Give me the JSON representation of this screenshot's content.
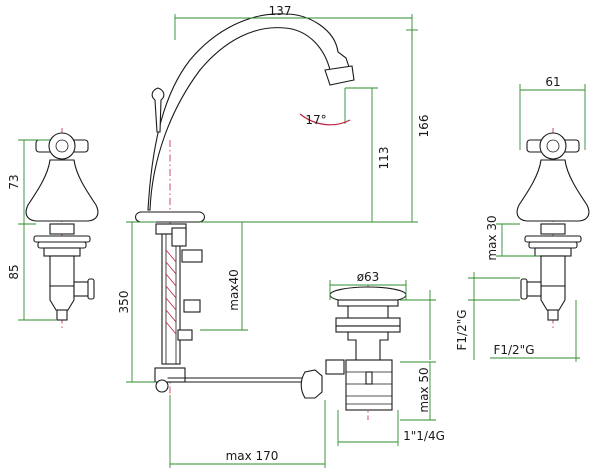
{
  "dimensions": {
    "spout_reach": "137",
    "spout_height": "166",
    "outlet_height": "113",
    "spout_angle": "17°",
    "handle_width": "61",
    "handle_height": "73",
    "handle_body": "85",
    "max_30": "max 30",
    "max_40": "max40",
    "body_length": "350",
    "waste_diameter": "ø63",
    "thread_waste": "F1/2\"G",
    "thread_inlet": "F1/2\"G",
    "max_50": "max 50",
    "waste_thread": "1\"1/4G",
    "max_170": "max  170"
  },
  "colors": {
    "dimension_lines": "#2e8b2e",
    "center_lines": "#c02040",
    "outline": "#1a1a1a"
  }
}
